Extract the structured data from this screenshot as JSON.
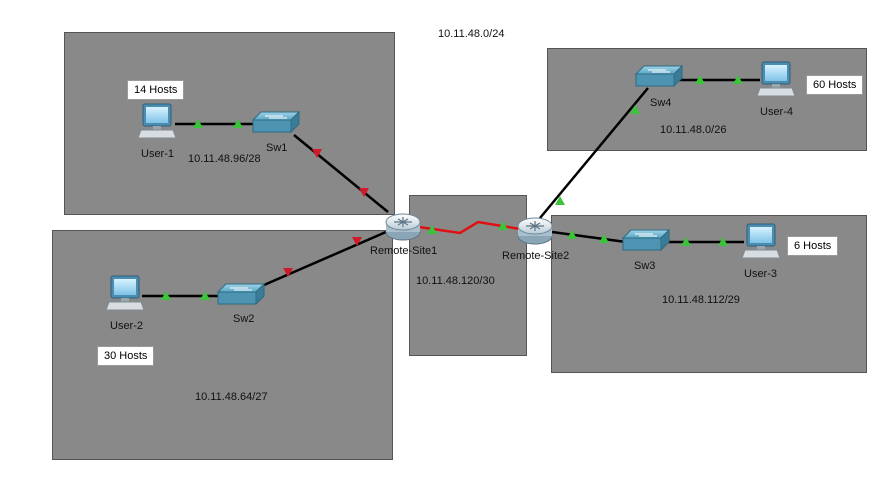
{
  "title": "10.11.48.0/24",
  "colors": {
    "area": "#898989",
    "link_ethernet": "#000000",
    "link_serial": "#e01010",
    "port_up": "#3cc33c",
    "port_down": "#d01a2a"
  },
  "areas": {
    "site1_top": {
      "subnet": "10.11.48.96/28",
      "hosts": "14 Hosts"
    },
    "site1_bottom": {
      "subnet": "10.11.48.64/27",
      "hosts": "30 Hosts"
    },
    "wan": {
      "subnet": "10.11.48.120/30"
    },
    "site2_top": {
      "subnet": "10.11.48.0/26",
      "hosts": "60 Hosts"
    },
    "site2_bottom": {
      "subnet": "10.11.48.112/29",
      "hosts": "6 Hosts"
    }
  },
  "devices": {
    "user1": {
      "label": "User-1",
      "icon": "pc-icon"
    },
    "user2": {
      "label": "User-2",
      "icon": "pc-icon"
    },
    "user3": {
      "label": "User-3",
      "icon": "pc-icon"
    },
    "user4": {
      "label": "User-4",
      "icon": "pc-icon"
    },
    "sw1": {
      "label": "Sw1",
      "icon": "switch-icon"
    },
    "sw2": {
      "label": "Sw2",
      "icon": "switch-icon"
    },
    "sw3": {
      "label": "Sw3",
      "icon": "switch-icon"
    },
    "sw4": {
      "label": "Sw4",
      "icon": "switch-icon"
    },
    "r1": {
      "label": "Remote-Site1",
      "icon": "router-icon"
    },
    "r2": {
      "label": "Remote-Site2",
      "icon": "router-icon"
    }
  }
}
